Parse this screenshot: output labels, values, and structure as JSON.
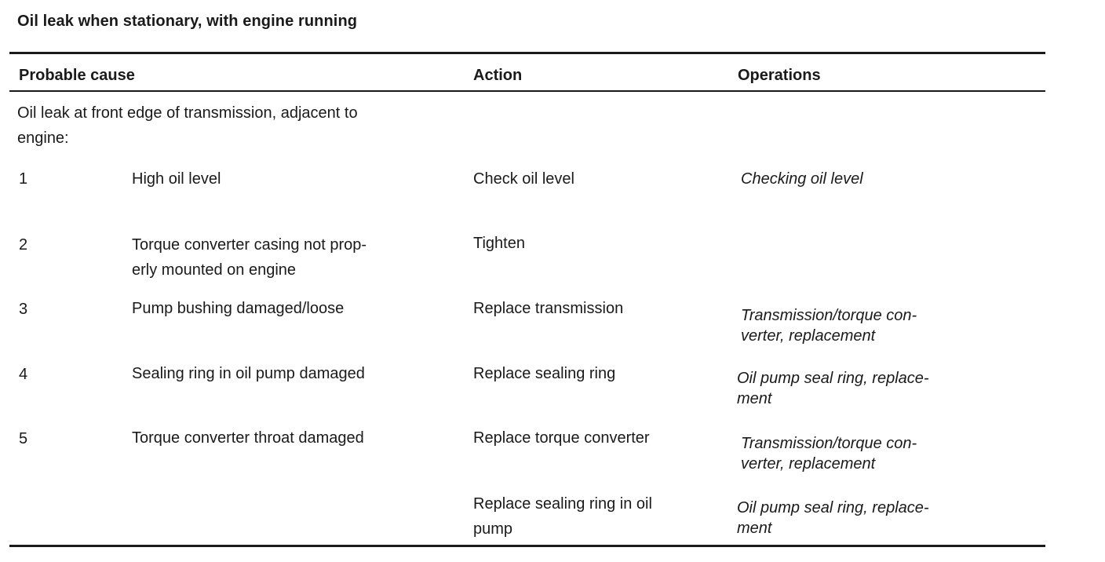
{
  "title": "Oil leak when stationary, with engine running",
  "headers": {
    "cause": "Probable cause",
    "action": "Action",
    "operations": "Operations"
  },
  "intro": "Oil leak at front edge of transmission, adjacent to\nengine:",
  "rows": [
    {
      "num": "1",
      "cause": "High oil level",
      "action": "Check oil level",
      "operation": "Checking oil level"
    },
    {
      "num": "2",
      "cause": "Torque converter casing not prop-\nerly mounted on engine",
      "action": "Tighten",
      "operation": ""
    },
    {
      "num": "3",
      "cause": "Pump bushing damaged/loose",
      "action": "Replace transmission",
      "operation": "Transmission/torque con-\nverter, replacement"
    },
    {
      "num": "4",
      "cause": "Sealing ring in oil pump damaged",
      "action": "Replace sealing ring",
      "operation": "Oil pump seal ring, replace-\nment"
    },
    {
      "num": "5",
      "cause": "Torque converter throat damaged",
      "action": "Replace torque converter",
      "operation": "Transmission/torque con-\nverter, replacement"
    },
    {
      "num": "",
      "cause": "",
      "action": "Replace sealing ring in oil\npump",
      "operation": "Oil pump seal ring, replace-\nment"
    }
  ]
}
